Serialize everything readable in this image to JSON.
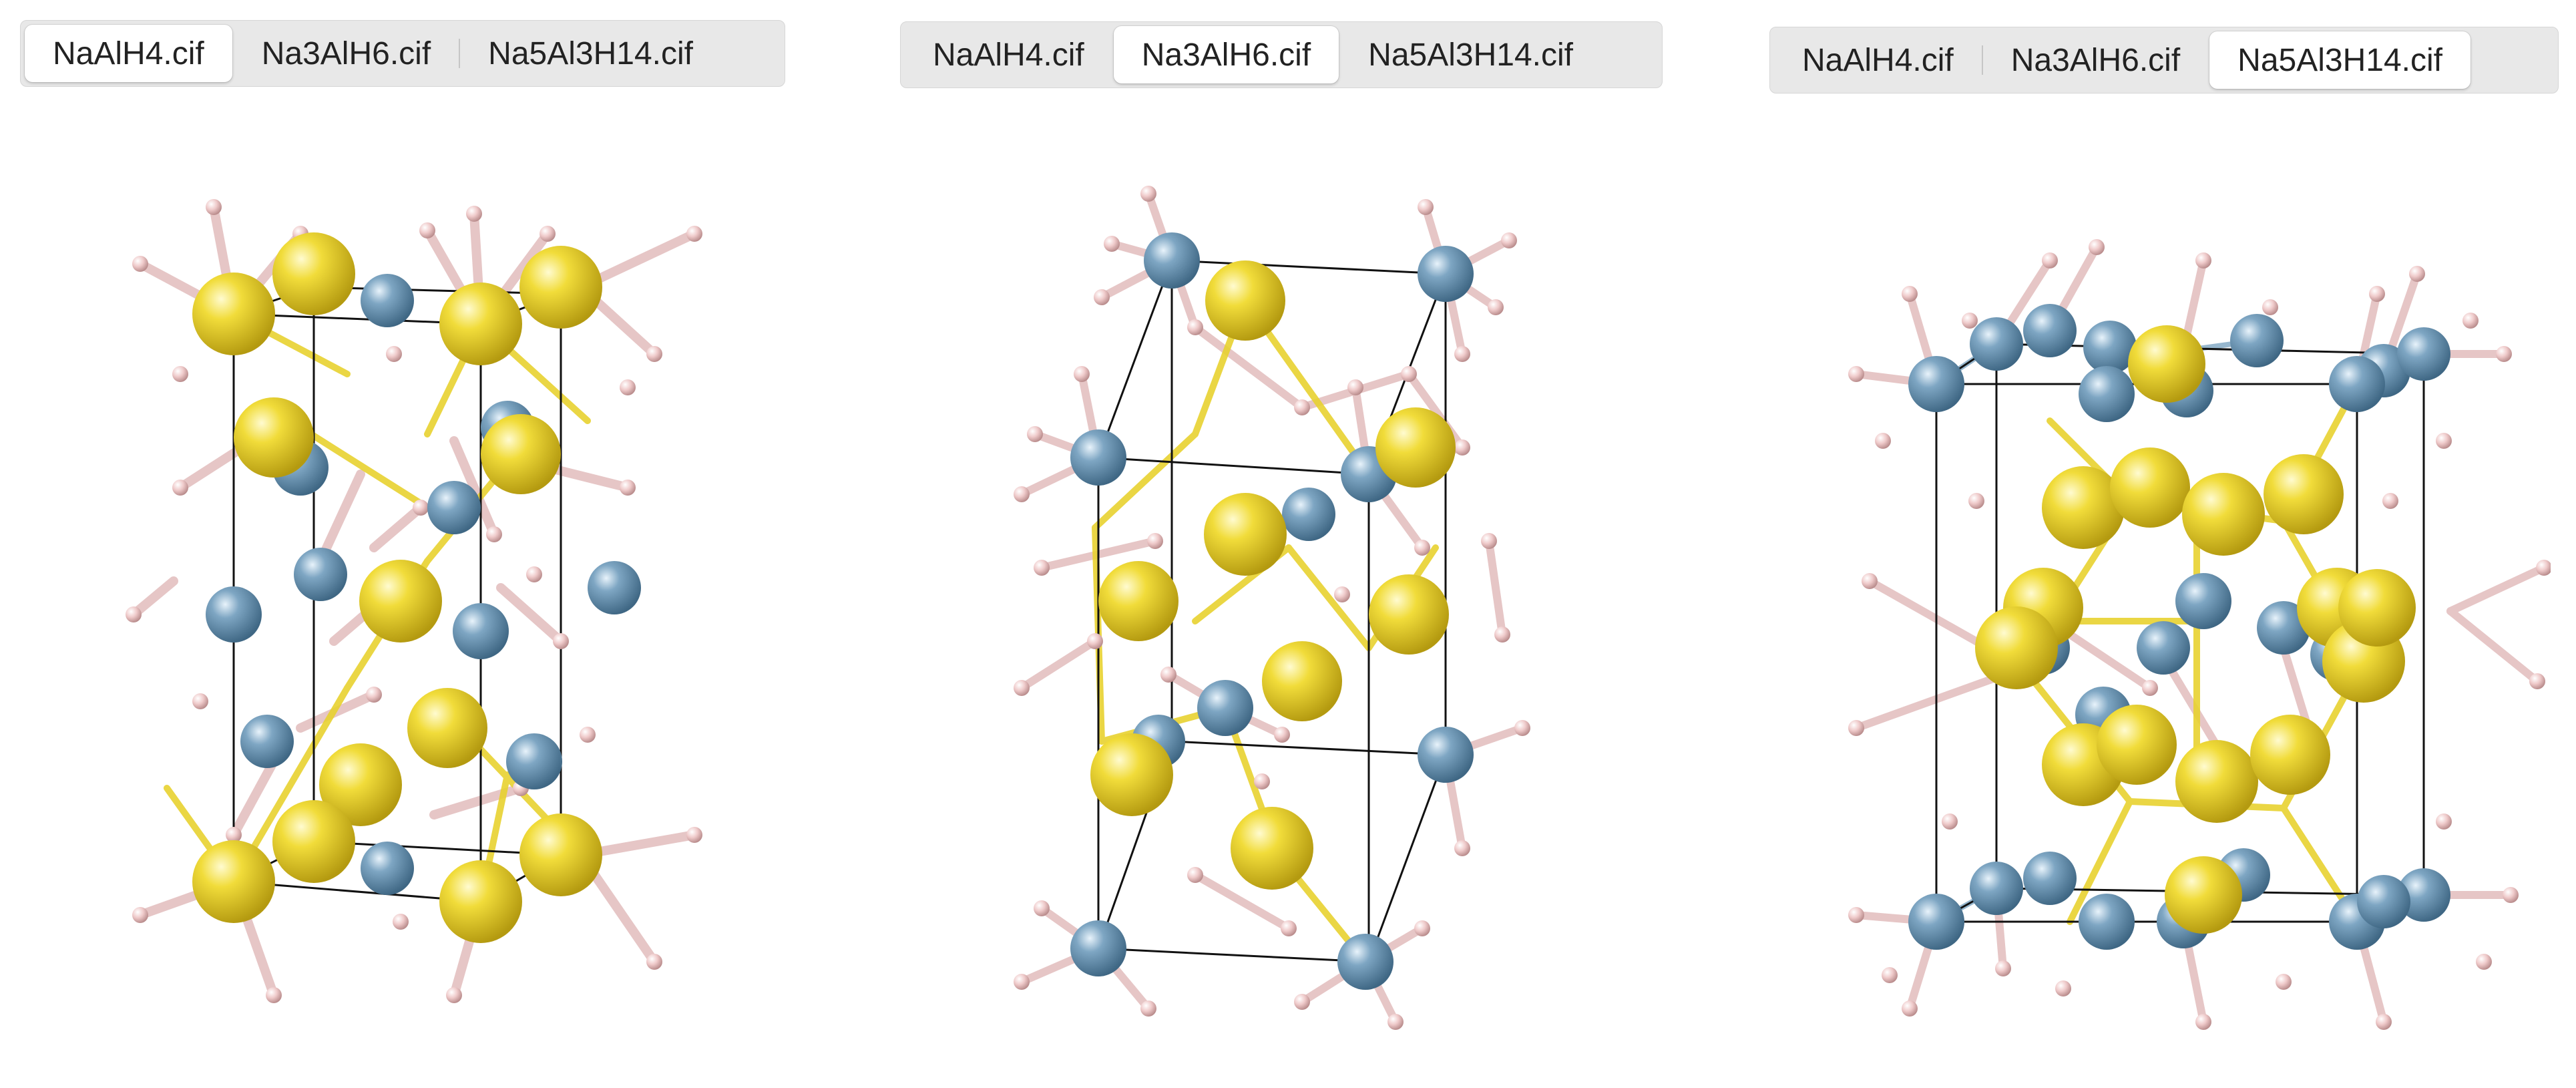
{
  "colors": {
    "na_atom": "#e9d12b",
    "al_atom": "#6f97b5",
    "h_atom": "#eec3c3",
    "cell_edge": "#111111",
    "tabbar_bg": "#e8e8e8",
    "tab_active_bg": "#ffffff"
  },
  "panels": [
    {
      "tabs": [
        {
          "label": "NaAlH4.cif",
          "active": true
        },
        {
          "label": "Na3AlH6.cif",
          "active": false
        },
        {
          "label": "Na5Al3H14.cif",
          "active": false
        }
      ]
    },
    {
      "tabs": [
        {
          "label": "NaAlH4.cif",
          "active": false
        },
        {
          "label": "Na3AlH6.cif",
          "active": true
        },
        {
          "label": "Na5Al3H14.cif",
          "active": false
        }
      ]
    },
    {
      "tabs": [
        {
          "label": "NaAlH4.cif",
          "active": false
        },
        {
          "label": "Na3AlH6.cif",
          "active": false
        },
        {
          "label": "Na5Al3H14.cif",
          "active": true
        }
      ]
    }
  ]
}
